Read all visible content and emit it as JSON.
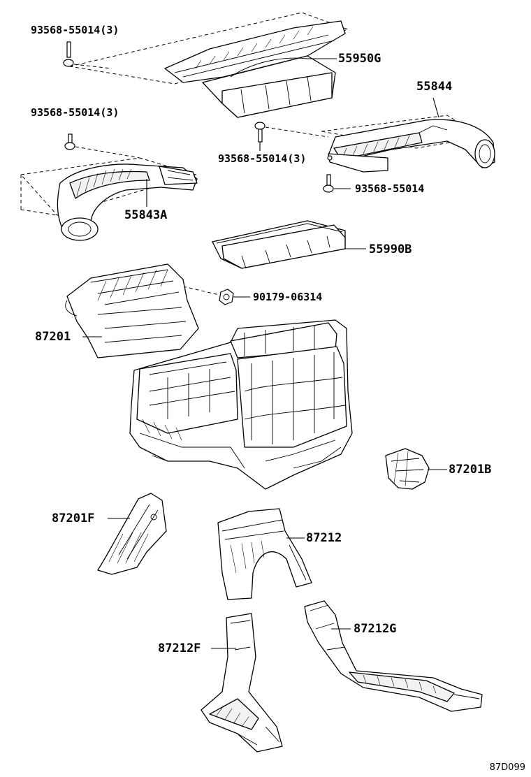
{
  "diagram_code": "87D099",
  "labels": {
    "p93568_a": "93568-55014(3)",
    "p55950G": "55950G",
    "p93568_b": "93568-55014(3)",
    "p55844": "55844",
    "p93568_c": "93568-55014(3)",
    "p93568_d": "93568-55014",
    "p55843A": "55843A",
    "p55990B": "55990B",
    "p90179": "90179-06314",
    "p87201": "87201",
    "p87201B": "87201B",
    "p87201F": "87201F",
    "p87212": "87212",
    "p87212G": "87212G",
    "p87212F": "87212F"
  },
  "colors": {
    "line": "#000000",
    "background": "#ffffff"
  }
}
